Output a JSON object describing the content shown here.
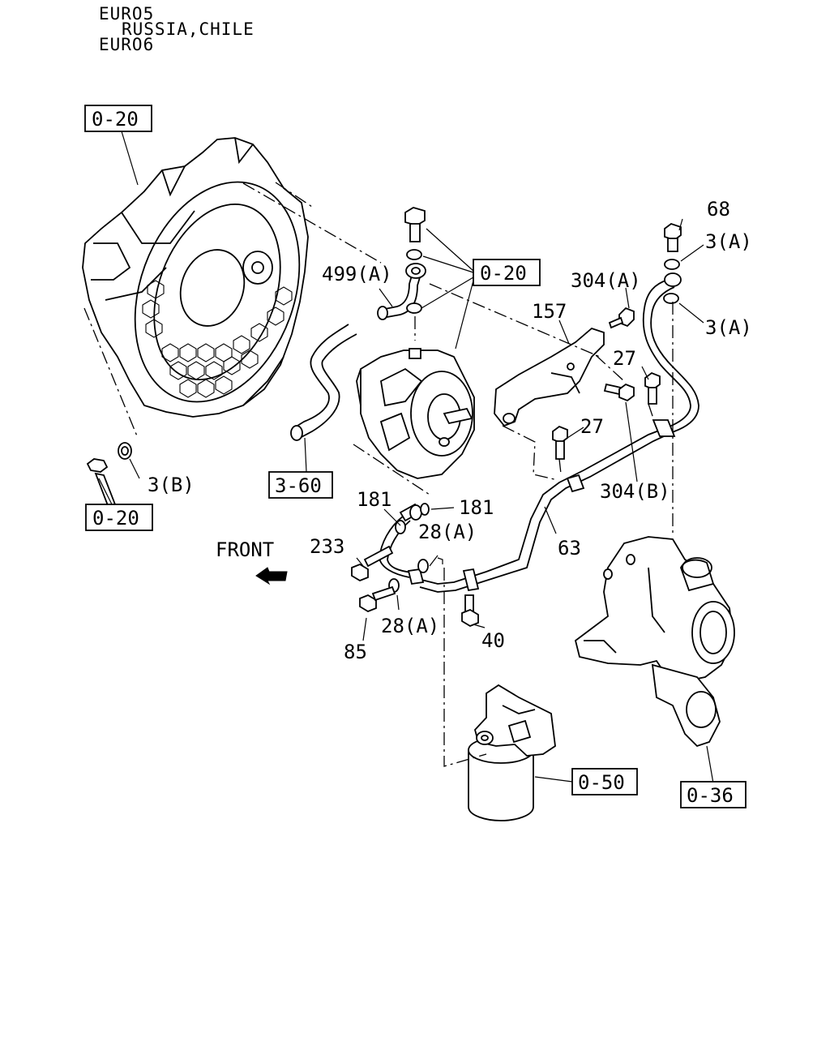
{
  "header": {
    "line1": "EURO5",
    "line2": "RUSSIA,CHILE",
    "line3": "EURO6"
  },
  "direction": {
    "label": "FRONT",
    "icon": "arrow-left-icon"
  },
  "ref_boxes": {
    "flywheel_housing": "0-20",
    "vacuum_pump": "0-20",
    "bolt_3b": "0-20",
    "hose": "3-60",
    "oil_filter": "0-50",
    "turbocharger": "0-36"
  },
  "callouts": {
    "p499a": "499(A)",
    "p304a": "304(A)",
    "p157": "157",
    "p68": "68",
    "p3a_top": "3(A)",
    "p3a_bottom": "3(A)",
    "p27_upper": "27",
    "p27_lower": "27",
    "p304b": "304(B)",
    "p3b": "3(B)",
    "p181_left": "181",
    "p181_right": "181",
    "p28a_upper": "28(A)",
    "p28a_lower": "28(A)",
    "p233": "233",
    "p63": "63",
    "p85": "85",
    "p40": "40"
  }
}
